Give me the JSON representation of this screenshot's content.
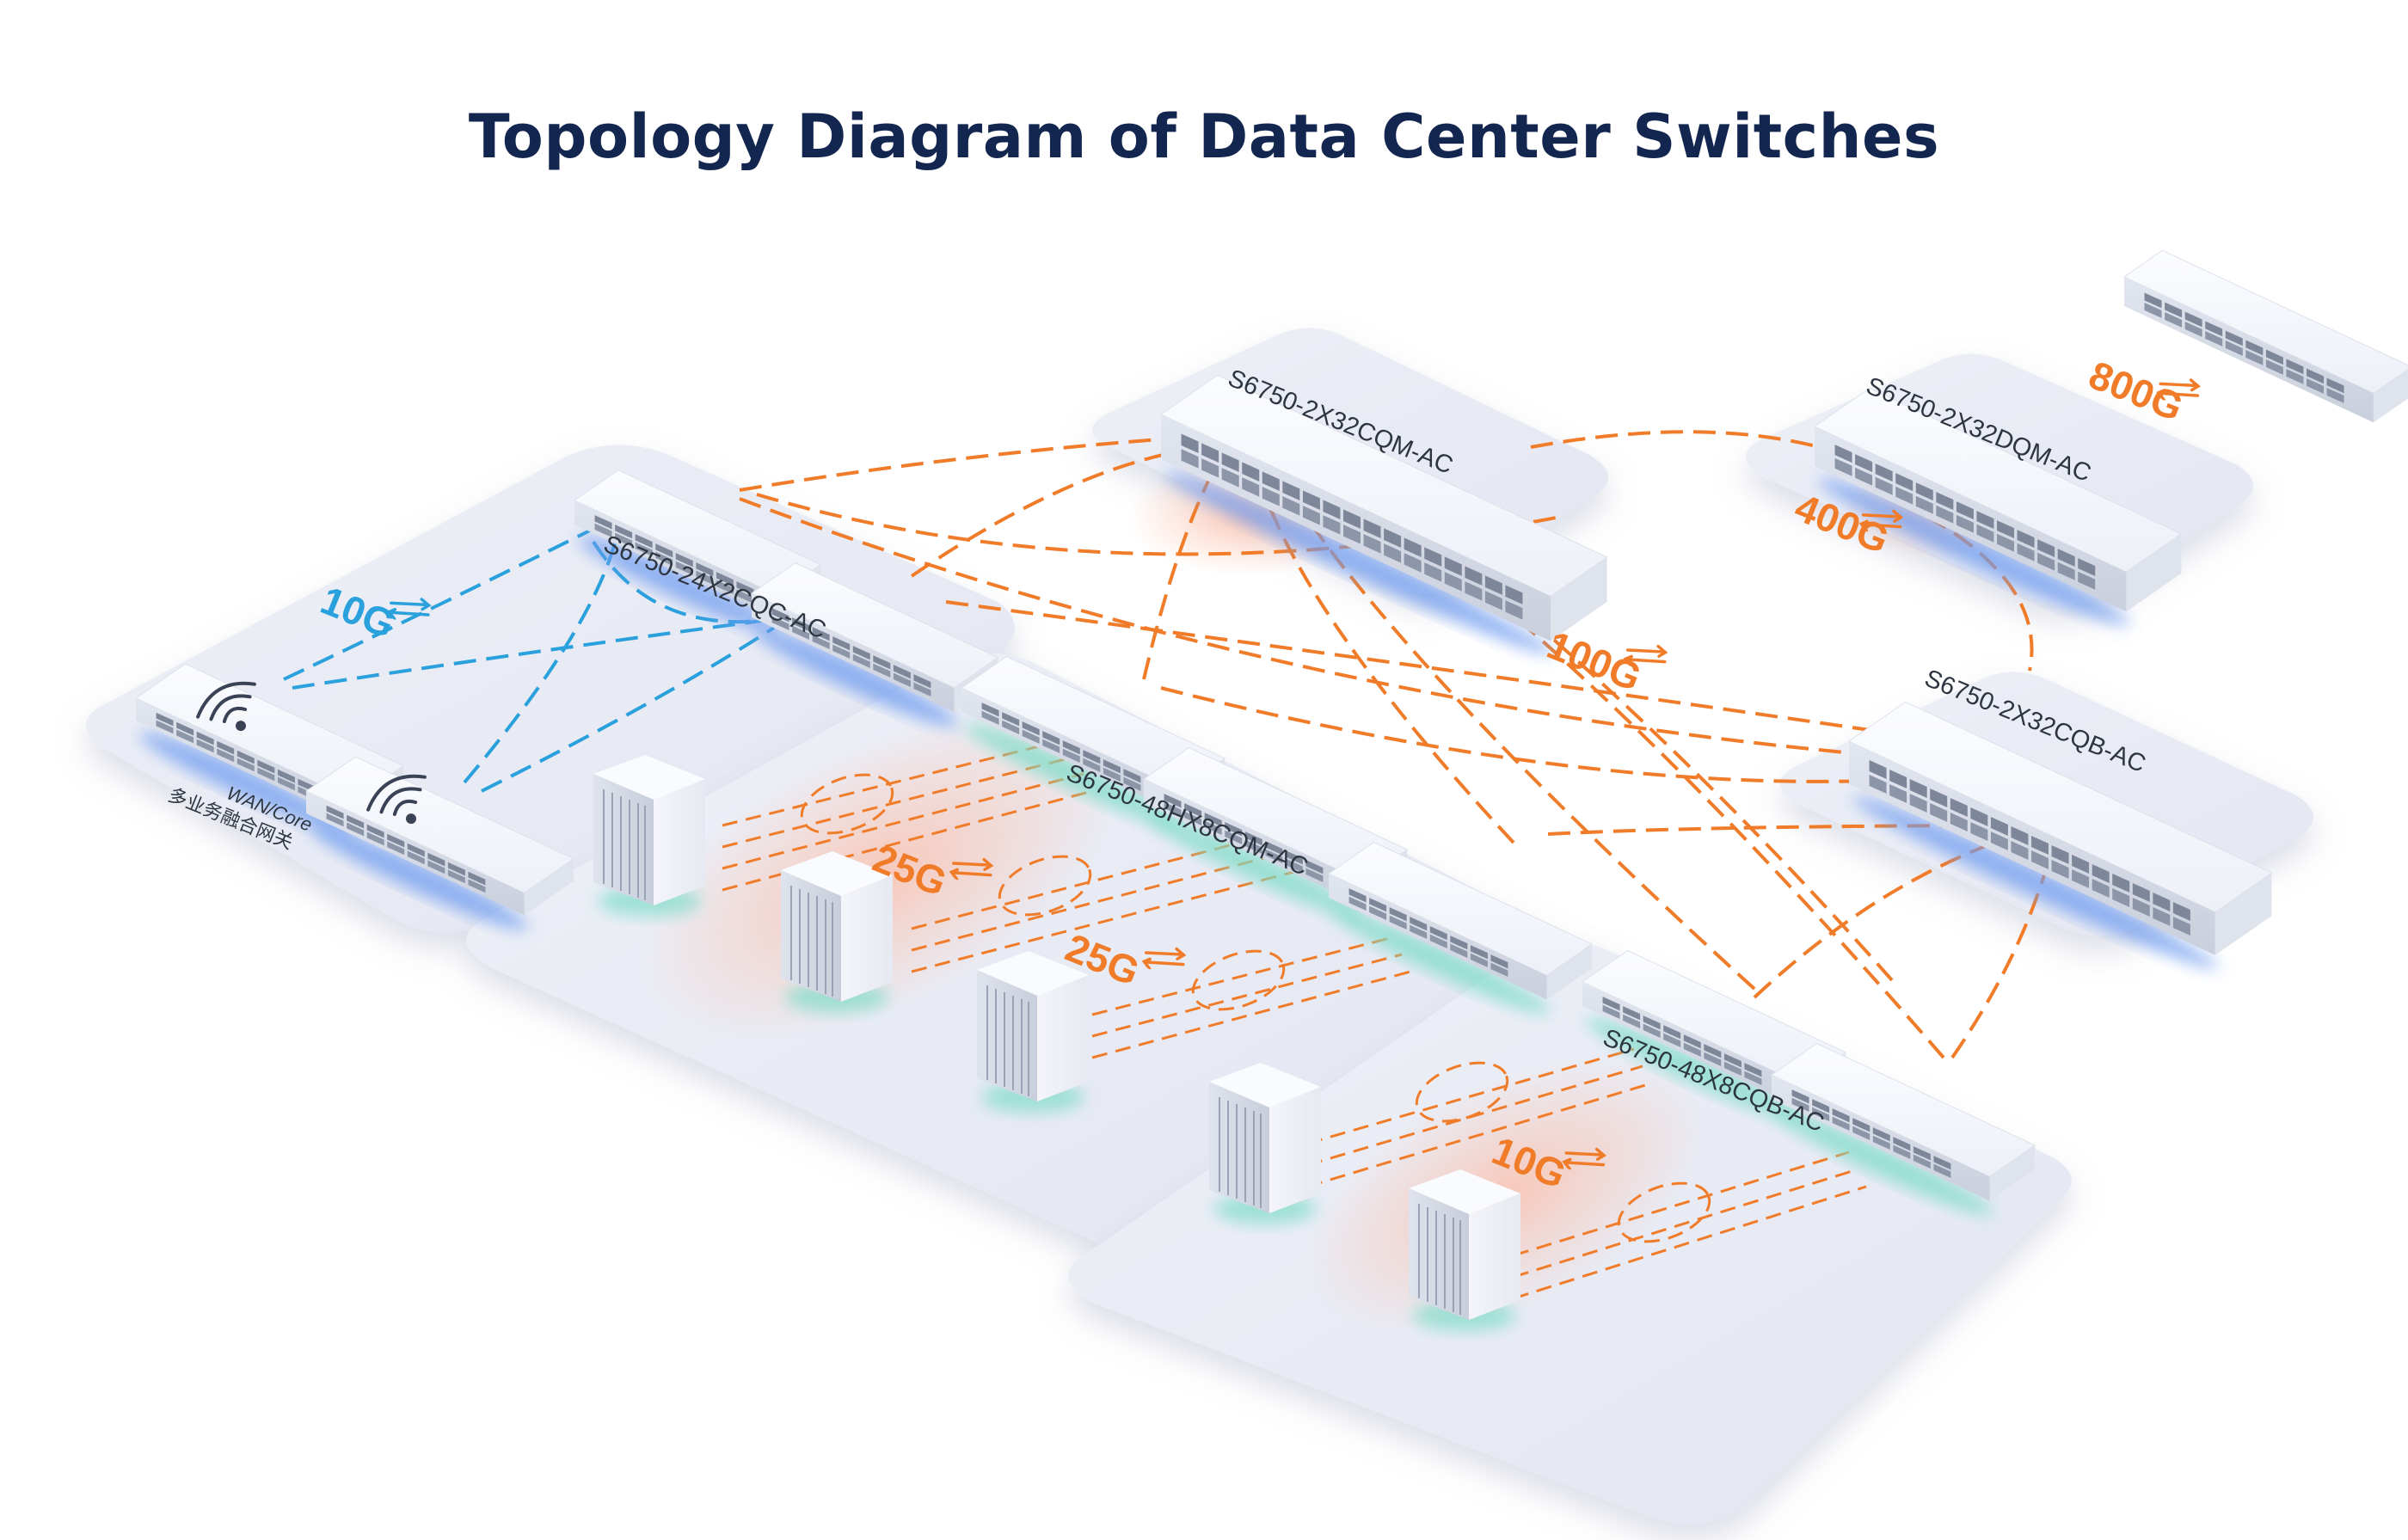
{
  "title": "Topology Diagram of Data Center Switches",
  "colors": {
    "title": "#13264f",
    "link_orange": "#f07c2a",
    "link_blue": "#2aa0dc",
    "label_text": "#2d3540",
    "platform": "#e9ebf4",
    "glow_blue": "#6f9cf0",
    "glow_teal": "#7fdcc8"
  },
  "switch_labels": {
    "core_a": "S6750-2X32CQM-AC",
    "core_b": "S6750-2X32DQM-AC",
    "spine": "S6750-2X32CQB-AC",
    "wan_switch": "S6750-24X2CQC-AC",
    "leaf_a": "S6750-48HX8CQM-AC",
    "leaf_b": "S6750-48X8CQB-AC"
  },
  "gateway_label": {
    "line1": "WAN/Core",
    "line2": "多业务融合网关"
  },
  "speeds": {
    "s800": "800G",
    "s400": "400G",
    "s100": "100G",
    "s10_wan": "10G",
    "s25_a": "25G",
    "s25_b": "25G",
    "s10_leaf": "10G"
  },
  "icons": [
    "wifi-icon",
    "transfer-arrows-icon",
    "server-rack-icon",
    "switch-port-icon"
  ]
}
